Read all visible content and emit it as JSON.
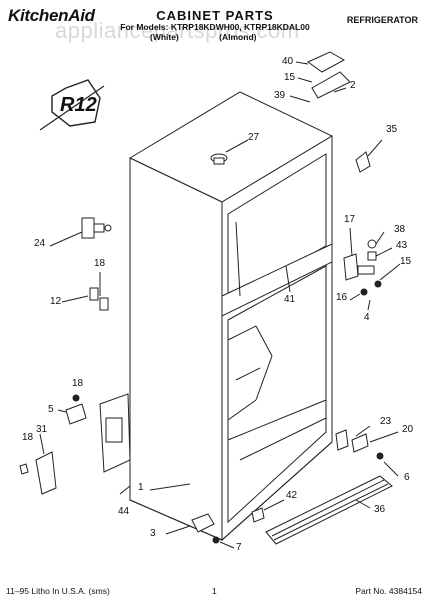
{
  "header": {
    "brand": "KitchenAid",
    "title": "CABINET PARTS",
    "models": "For Models: KTRP18KDWH00, KTRP18KDAL00",
    "colors": [
      "(White)",
      "(Almond)"
    ],
    "type": "REFRIGERATOR"
  },
  "watermark": "appliancepartspros.com",
  "badge": "R12",
  "part_labels": [
    {
      "id": "40",
      "text": "40"
    },
    {
      "id": "15a",
      "text": "15"
    },
    {
      "id": "2",
      "text": "2"
    },
    {
      "id": "39",
      "text": "39"
    },
    {
      "id": "35",
      "text": "35"
    },
    {
      "id": "27",
      "text": "27"
    },
    {
      "id": "24",
      "text": "24"
    },
    {
      "id": "18a",
      "text": "18"
    },
    {
      "id": "12",
      "text": "12"
    },
    {
      "id": "17",
      "text": "17"
    },
    {
      "id": "38",
      "text": "38"
    },
    {
      "id": "43",
      "text": "43"
    },
    {
      "id": "15b",
      "text": "15"
    },
    {
      "id": "41",
      "text": "41"
    },
    {
      "id": "16",
      "text": "16"
    },
    {
      "id": "4",
      "text": "4"
    },
    {
      "id": "18b",
      "text": "18"
    },
    {
      "id": "5",
      "text": "5"
    },
    {
      "id": "18c",
      "text": "18"
    },
    {
      "id": "31",
      "text": "31"
    },
    {
      "id": "23",
      "text": "23"
    },
    {
      "id": "20",
      "text": "20"
    },
    {
      "id": "6",
      "text": "6"
    },
    {
      "id": "1",
      "text": "1"
    },
    {
      "id": "44",
      "text": "44"
    },
    {
      "id": "42",
      "text": "42"
    },
    {
      "id": "36",
      "text": "36"
    },
    {
      "id": "3",
      "text": "3"
    },
    {
      "id": "7",
      "text": "7"
    }
  ],
  "footer": {
    "litho": "11–95 Litho In U.S.A. (sms)",
    "page": "1",
    "part_no": "Part No. 4384154"
  }
}
